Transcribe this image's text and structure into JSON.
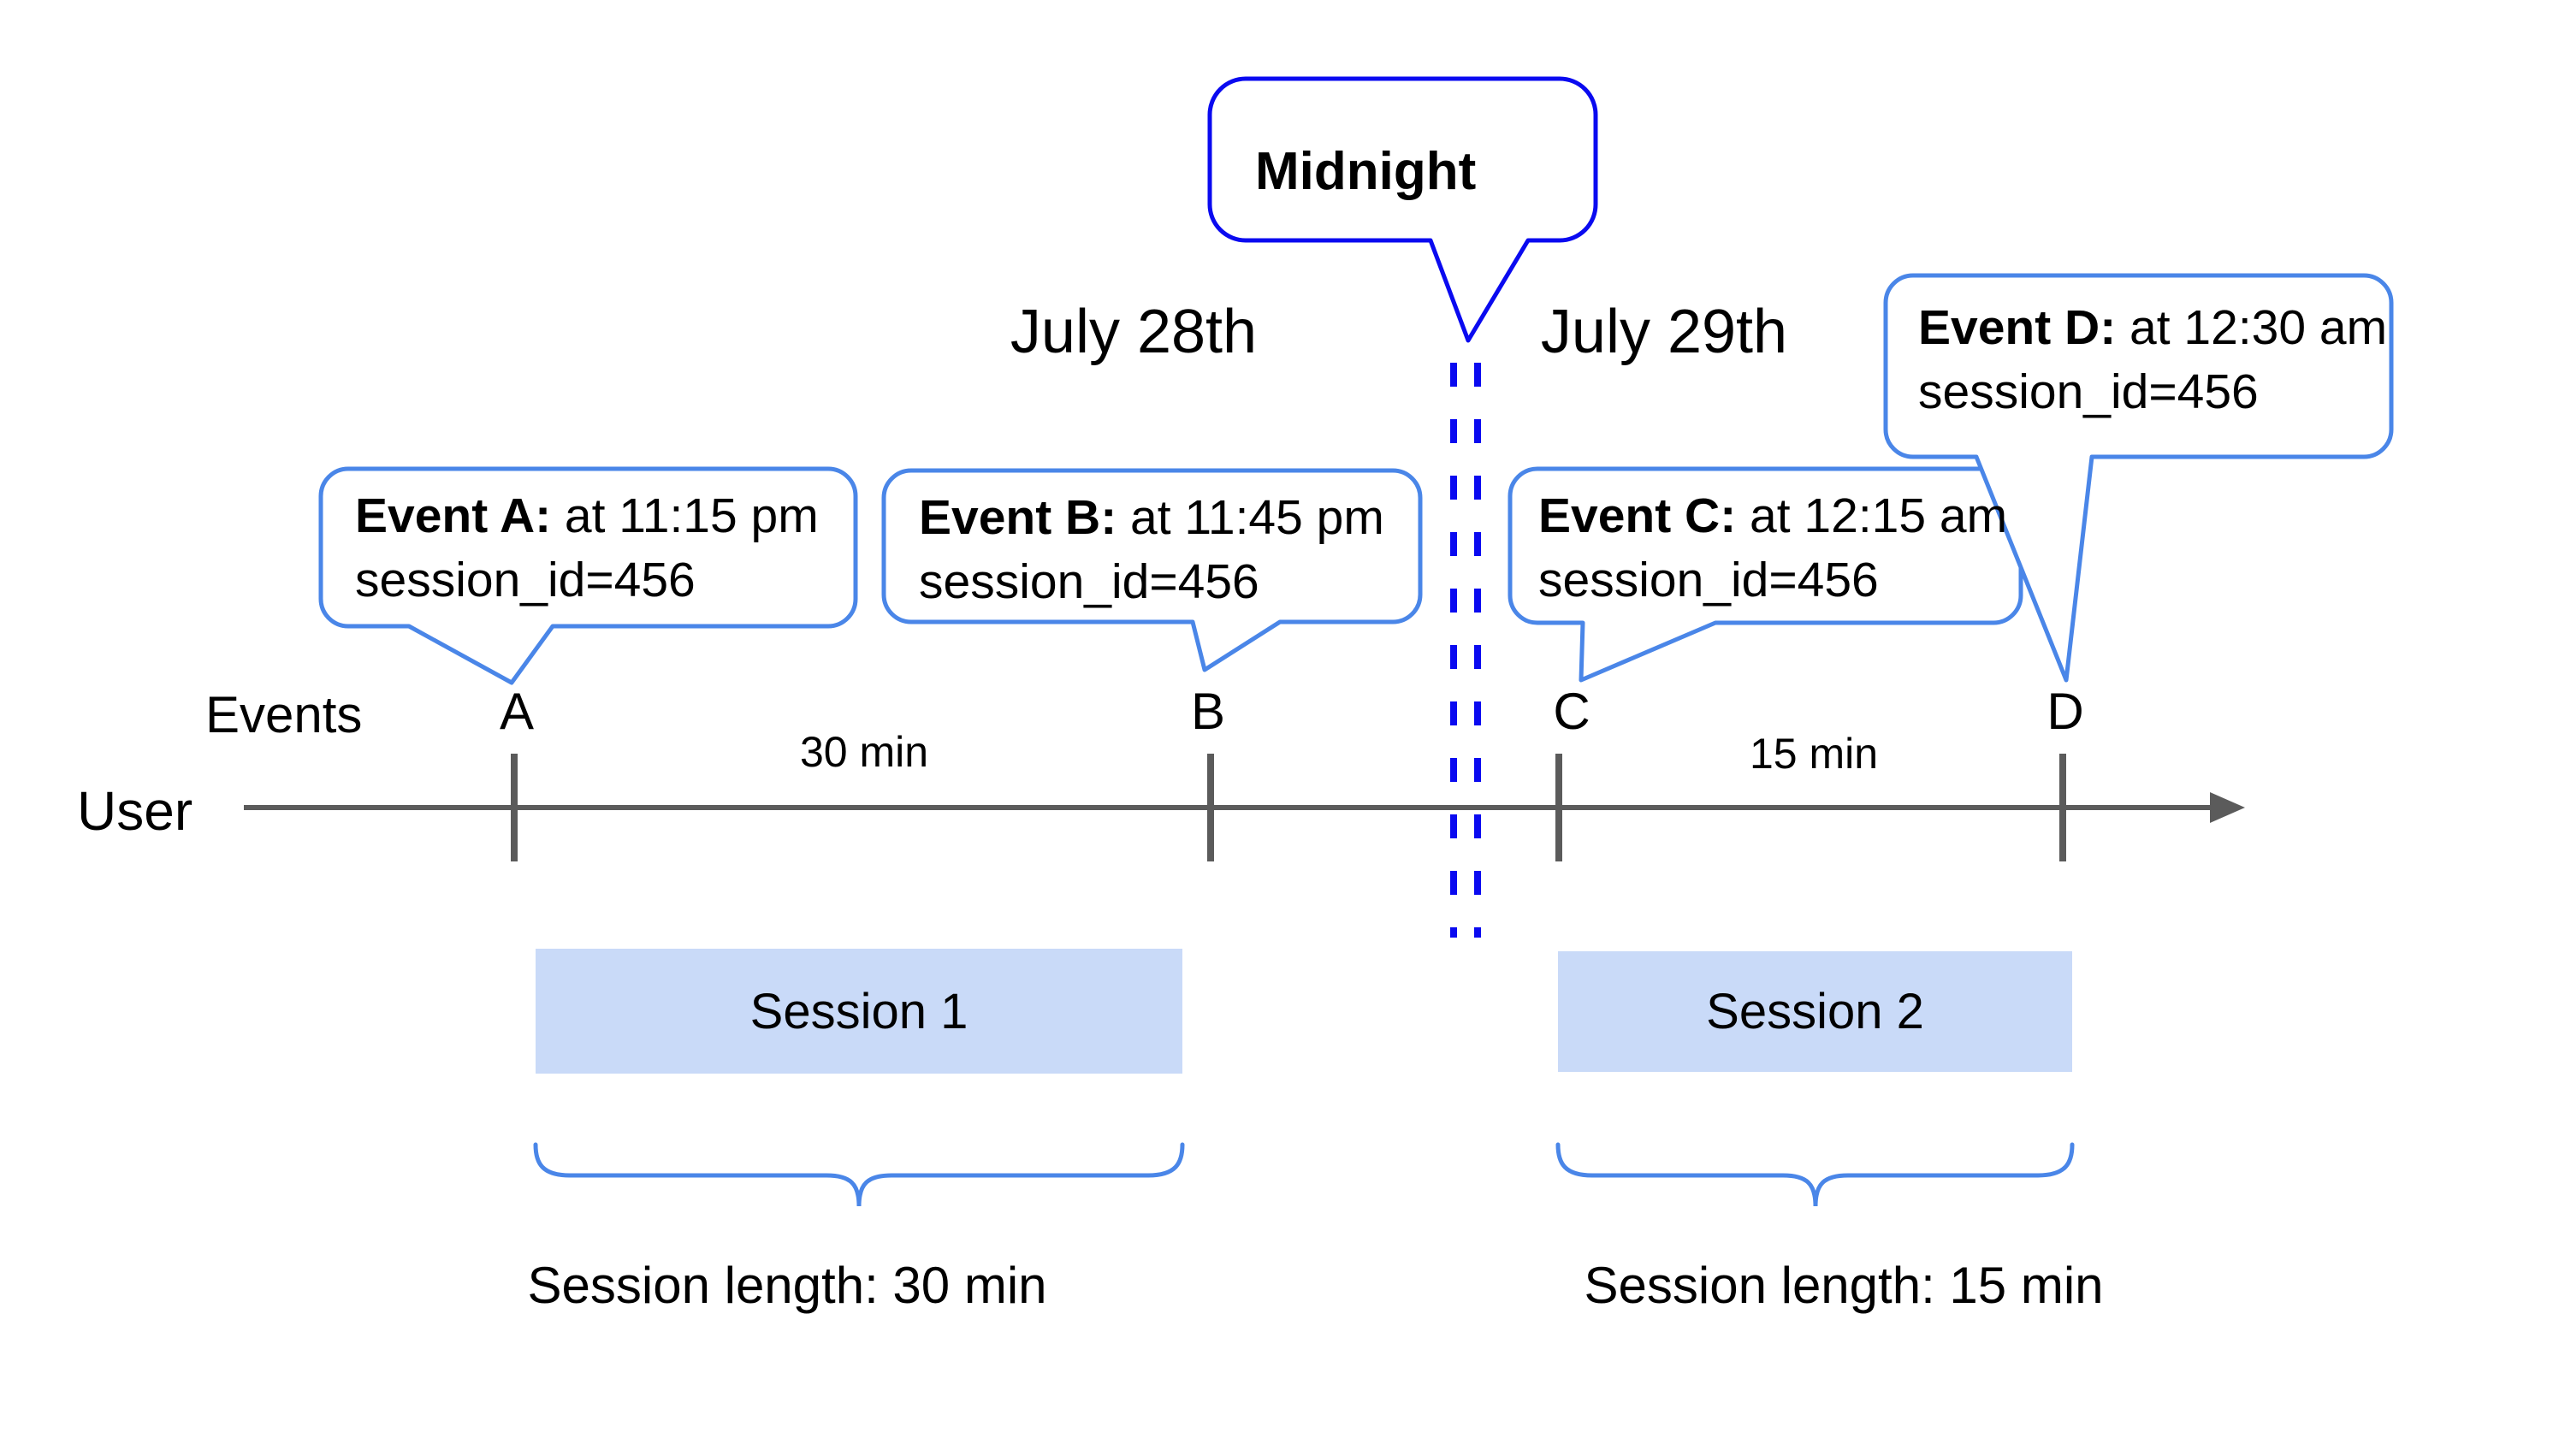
{
  "colors": {
    "accent_blue": "#4a86e8",
    "deep_blue": "#0a0af0",
    "axis_gray": "#5b5b5b",
    "session_fill": "#c9daf8",
    "text": "#000000"
  },
  "midnight": {
    "label": "Midnight"
  },
  "dates": {
    "left": "July 28th",
    "right": "July 29th"
  },
  "timeline": {
    "user_label": "User",
    "events_label": "Events",
    "segments": [
      {
        "label": "30 min"
      },
      {
        "label": "15 min"
      }
    ]
  },
  "events": [
    {
      "letter": "A",
      "title": "Event A:",
      "time": " at 11:15 pm",
      "session": "session_id=456"
    },
    {
      "letter": "B",
      "title": "Event B:",
      "time": " at 11:45 pm",
      "session": "session_id=456"
    },
    {
      "letter": "C",
      "title": "Event C:",
      "time": " at 12:15 am",
      "session": "session_id=456"
    },
    {
      "letter": "D",
      "title": "Event D:",
      "time": " at 12:30 am",
      "session": "session_id=456"
    }
  ],
  "sessions": [
    {
      "name": "Session 1",
      "length": "Session length: 30 min"
    },
    {
      "name": "Session 2",
      "length": "Session length: 15 min"
    }
  ]
}
